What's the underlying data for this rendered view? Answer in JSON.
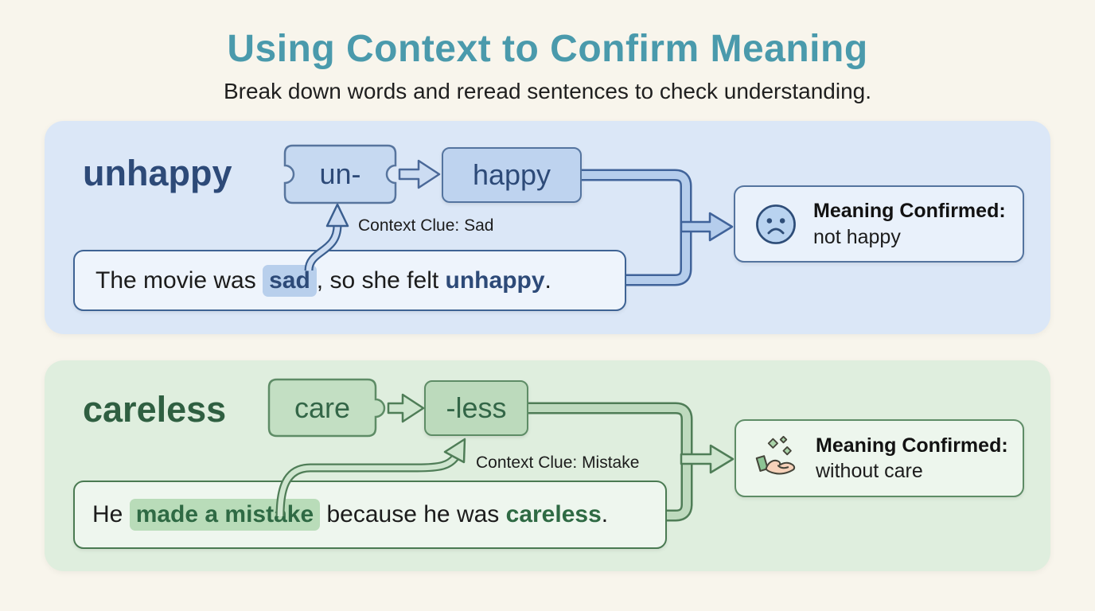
{
  "header": {
    "title": "Using Context to Confirm Meaning",
    "subtitle": "Break down words and reread sentences to check understanding."
  },
  "colors": {
    "title_accent": "#4a9aac",
    "panel_blue_bg": "#dbe7f7",
    "panel_green_bg": "#dfeede",
    "blue_accent": "#2d4a78",
    "green_accent": "#2f5f41",
    "blue_highlight": "#b8cfec",
    "green_highlight": "#b9dcb9"
  },
  "panels": [
    {
      "word": "unhappy",
      "part1": "un-",
      "part2": "happy",
      "context_clue": "Context Clue: Sad",
      "sentence": {
        "pre": "The movie was ",
        "highlight": "sad",
        "mid": ", so she felt ",
        "target": "unhappy",
        "post": "."
      },
      "meaning_title": "Meaning Confirmed:",
      "meaning_text": "not happy",
      "icon": "sad-face-icon"
    },
    {
      "word": "careless",
      "part1": "care",
      "part2": "-less",
      "context_clue": "Context Clue: Mistake",
      "sentence": {
        "pre": "He ",
        "highlight": "made a mistake",
        "mid": " because he was ",
        "target": "careless",
        "post": "."
      },
      "meaning_title": "Meaning Confirmed:",
      "meaning_text": "without care",
      "icon": "giving-hand-icon"
    }
  ]
}
